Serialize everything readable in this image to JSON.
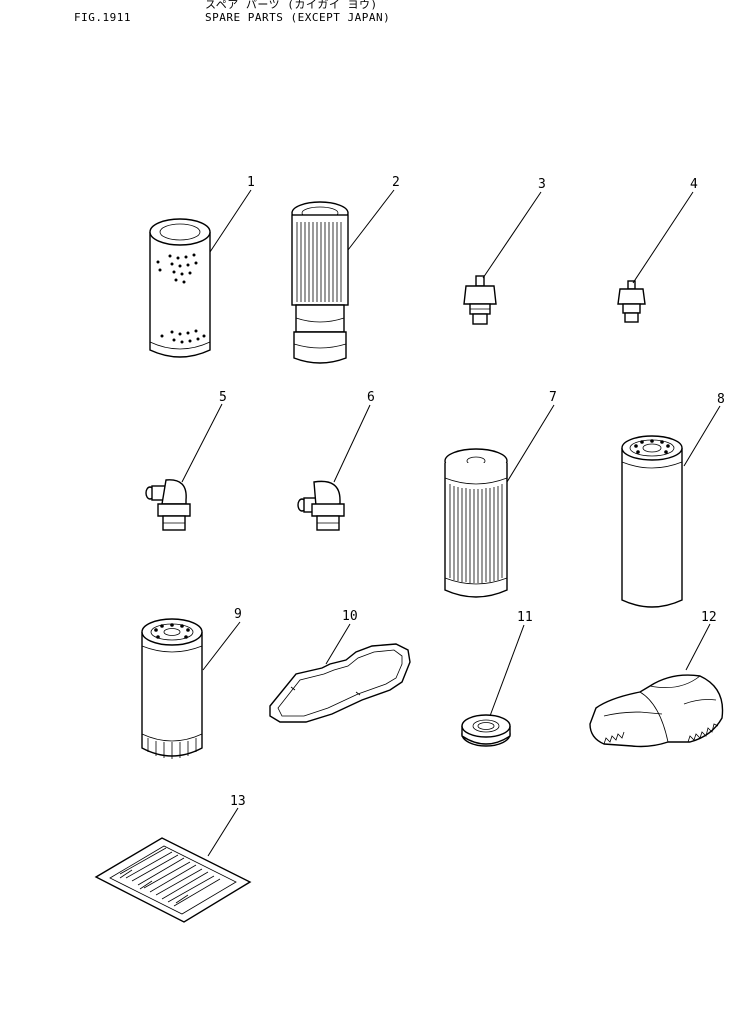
{
  "header": {
    "figure": "FIG.1911",
    "title_kana": "スペア パーツ (カイガイ ヨウ)",
    "title": "SPARE PARTS (EXCEPT JAPAN)"
  },
  "parts": [
    {
      "number": "1"
    },
    {
      "number": "2"
    },
    {
      "number": "3"
    },
    {
      "number": "4"
    },
    {
      "number": "5"
    },
    {
      "number": "6"
    },
    {
      "number": "7"
    },
    {
      "number": "8"
    },
    {
      "number": "9"
    },
    {
      "number": "10"
    },
    {
      "number": "11"
    },
    {
      "number": "12"
    },
    {
      "number": "13"
    }
  ]
}
